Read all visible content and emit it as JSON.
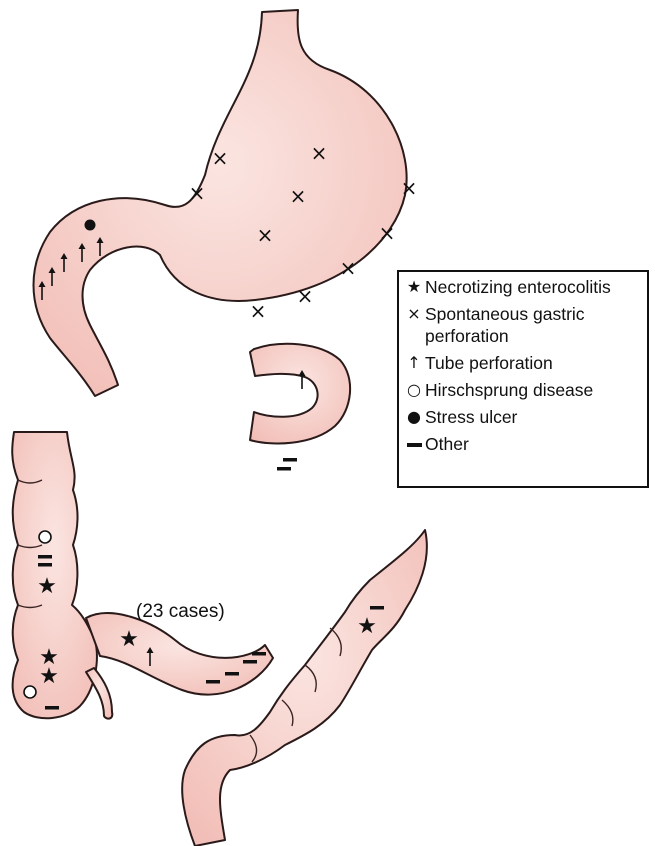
{
  "annotation": "(23 cases)",
  "legend": [
    {
      "symbol": "★",
      "label": "Necrotizing enterocolitis"
    },
    {
      "symbol": "×",
      "label": "Spontaneous gastric perforation"
    },
    {
      "symbol": "↑",
      "label": "Tube perforation"
    },
    {
      "symbol": "○",
      "label": "Hirschsprung disease"
    },
    {
      "symbol": "●",
      "label": "Stress ulcer"
    },
    {
      "symbol": "bar",
      "label": "Other"
    }
  ],
  "colors": {
    "tissue": "#f4c6c0",
    "tissue_light": "#fae3df",
    "outline": "#2a1a1a"
  },
  "icons": {
    "star": "star-icon",
    "cross": "cross-icon",
    "arrow": "arrow-icon",
    "open_circle": "open-circle-icon",
    "filled_circle": "filled-circle-icon",
    "bar": "bar-icon"
  }
}
